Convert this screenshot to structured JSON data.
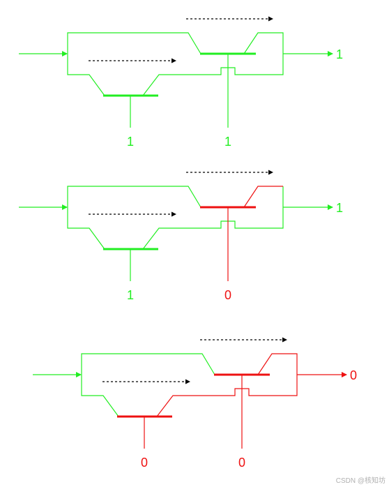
{
  "colors": {
    "on": "#22ee22",
    "off": "#ee1111",
    "arrow": "#000000"
  },
  "panels": [
    {
      "gate_left": "1",
      "gate_right": "1",
      "output": "1",
      "out_state": "on"
    },
    {
      "gate_left": "1",
      "gate_right": "0",
      "output": "1",
      "out_state": "on"
    },
    {
      "gate_left": "0",
      "gate_right": "0",
      "output": "0",
      "out_state": "off"
    }
  ],
  "watermark": "CSDN @核知坊"
}
